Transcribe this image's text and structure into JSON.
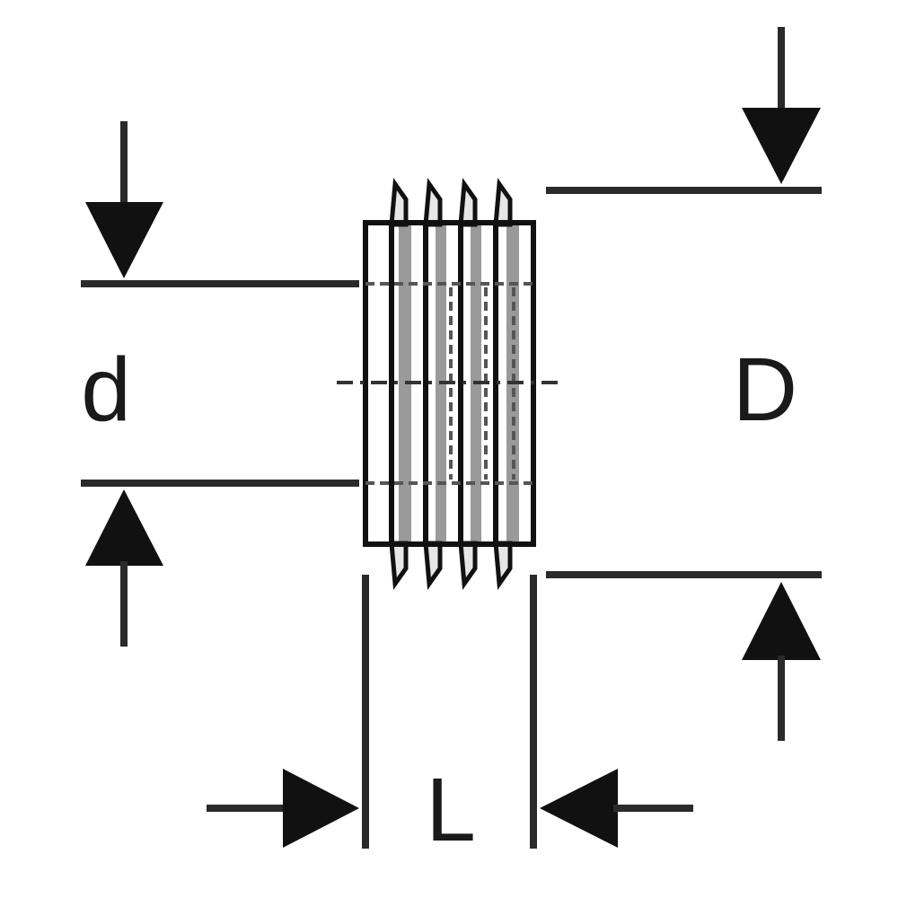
{
  "labels": {
    "inner_diameter": "d",
    "outer_diameter": "D",
    "length": "L"
  }
}
